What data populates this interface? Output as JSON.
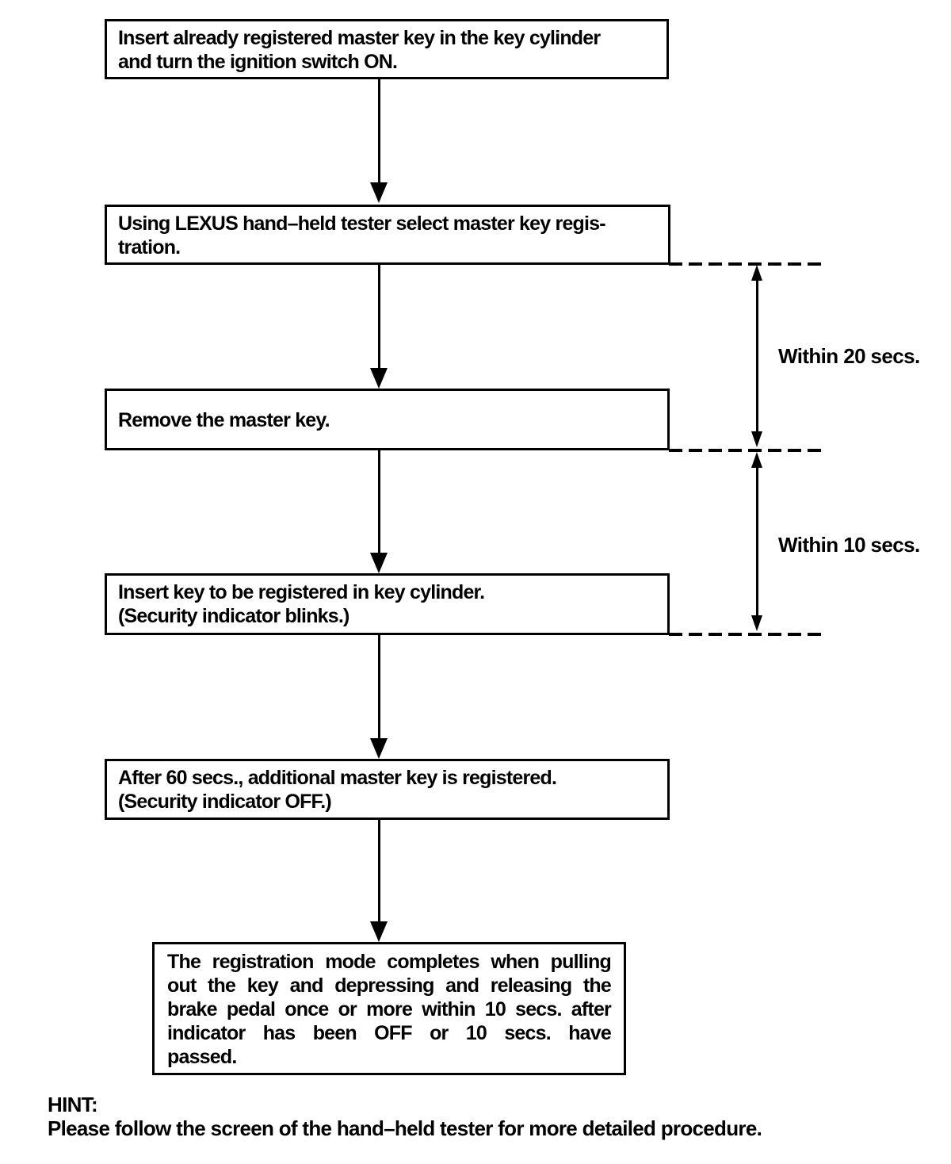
{
  "flowchart": {
    "boxes": [
      {
        "id": "step-1",
        "lines": [
          "Insert already registered master key in the key cylinder",
          "and turn the ignition switch ON."
        ]
      },
      {
        "id": "step-2",
        "lines": [
          "Using LEXUS hand–held tester select master key regis-",
          "tration."
        ]
      },
      {
        "id": "step-3",
        "lines": [
          "Remove the master key."
        ]
      },
      {
        "id": "step-4",
        "lines": [
          "Insert key to be registered in key cylinder.",
          "(Security indicator blinks.)"
        ]
      },
      {
        "id": "step-5",
        "lines": [
          "After 60 secs., additional master key is registered.",
          "(Security indicator OFF.)"
        ]
      },
      {
        "id": "step-6",
        "lines": [
          "The registration mode completes when pulling",
          "out the key and depressing and releasing the",
          "brake pedal once or more within 10 secs. after",
          "indicator has been OFF or 10 secs. have",
          "passed."
        ]
      }
    ],
    "timing_labels": [
      {
        "text": "Within 20 secs."
      },
      {
        "text": "Within 10 secs."
      }
    ],
    "hint": {
      "title": "HINT:",
      "text": "Please follow the screen of the hand–held tester for more detailed procedure."
    },
    "colors": {
      "ink": "#000000",
      "paper": "#ffffff"
    }
  }
}
